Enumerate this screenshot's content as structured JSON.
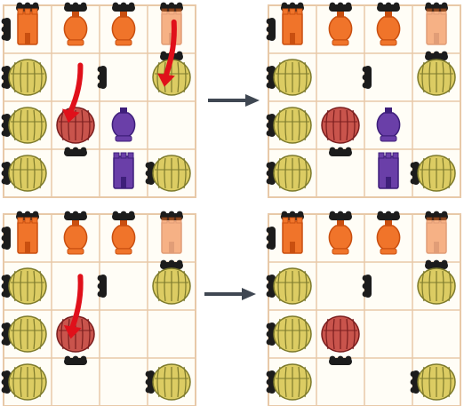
{
  "colors": {
    "background": "#ffffff",
    "grid_fill": "#fffdf6",
    "grid_line": "#e8c9a8",
    "wall": "#1c1c1c",
    "orange_piece": "#f0742a",
    "orange_dark": "#c94f10",
    "purple_piece": "#6a3fa8",
    "purple_dark": "#3e1f7a",
    "yellow_piece": "#dccc63",
    "yellow_dark": "#7d7a2c",
    "red_piece": "#c9544c",
    "red_dark": "#7a1e1e",
    "move_arrow": "#e0101a",
    "transition_arrow": "#3f4752"
  },
  "boards": [
    {
      "id": "board-top-left",
      "pieces": [
        {
          "kind": "tower",
          "color": "orange",
          "col": 0,
          "row": 0
        },
        {
          "kind": "vase",
          "color": "orange",
          "col": 1,
          "row": 0
        },
        {
          "kind": "vase",
          "color": "orange",
          "col": 2,
          "row": 0
        },
        {
          "kind": "tower",
          "color": "orange",
          "col": 3,
          "row": 0,
          "faint": true
        },
        {
          "kind": "pod",
          "color": "yellow",
          "col": 0,
          "row": 1
        },
        {
          "kind": "pod",
          "color": "yellow",
          "col": 3,
          "row": 1
        },
        {
          "kind": "pod",
          "color": "yellow",
          "col": 0,
          "row": 2
        },
        {
          "kind": "pod",
          "color": "red",
          "col": 1,
          "row": 2
        },
        {
          "kind": "vase",
          "color": "purple",
          "col": 2,
          "row": 2
        },
        {
          "kind": "pod",
          "color": "yellow",
          "col": 0,
          "row": 3
        },
        {
          "kind": "tower",
          "color": "purple",
          "col": 2,
          "row": 3
        },
        {
          "kind": "pod",
          "color": "yellow",
          "col": 3,
          "row": 3
        }
      ],
      "move_arrows": [
        {
          "label": "red-pod-move-arrow",
          "from": [
            1.6,
            1.25
          ],
          "to": [
            1.35,
            2.45
          ]
        },
        {
          "label": "yellow-pod-move-arrow",
          "from": [
            3.55,
            0.35
          ],
          "to": [
            3.35,
            1.7
          ]
        }
      ]
    },
    {
      "id": "board-top-right",
      "pieces": [
        {
          "kind": "tower",
          "color": "orange",
          "col": 0,
          "row": 0
        },
        {
          "kind": "vase",
          "color": "orange",
          "col": 1,
          "row": 0
        },
        {
          "kind": "vase",
          "color": "orange",
          "col": 2,
          "row": 0
        },
        {
          "kind": "tower",
          "color": "orange",
          "col": 3,
          "row": 0,
          "faint": true
        },
        {
          "kind": "pod",
          "color": "yellow",
          "col": 0,
          "row": 1
        },
        {
          "kind": "pod",
          "color": "yellow",
          "col": 3,
          "row": 1
        },
        {
          "kind": "pod",
          "color": "yellow",
          "col": 0,
          "row": 2
        },
        {
          "kind": "pod",
          "color": "red",
          "col": 1,
          "row": 2
        },
        {
          "kind": "vase",
          "color": "purple",
          "col": 2,
          "row": 2
        },
        {
          "kind": "pod",
          "color": "yellow",
          "col": 0,
          "row": 3
        },
        {
          "kind": "tower",
          "color": "purple",
          "col": 2,
          "row": 3
        },
        {
          "kind": "pod",
          "color": "yellow",
          "col": 3,
          "row": 3
        }
      ],
      "move_arrows": []
    },
    {
      "id": "board-bottom-left",
      "pieces": [
        {
          "kind": "tower",
          "color": "orange",
          "col": 0,
          "row": 0
        },
        {
          "kind": "vase",
          "color": "orange",
          "col": 1,
          "row": 0
        },
        {
          "kind": "vase",
          "color": "orange",
          "col": 2,
          "row": 0
        },
        {
          "kind": "tower",
          "color": "orange",
          "col": 3,
          "row": 0,
          "faint": true
        },
        {
          "kind": "pod",
          "color": "yellow",
          "col": 0,
          "row": 1
        },
        {
          "kind": "pod",
          "color": "yellow",
          "col": 3,
          "row": 1
        },
        {
          "kind": "pod",
          "color": "yellow",
          "col": 0,
          "row": 2
        },
        {
          "kind": "pod",
          "color": "red",
          "col": 1,
          "row": 2
        },
        {
          "kind": "pod",
          "color": "yellow",
          "col": 0,
          "row": 3
        },
        {
          "kind": "pod",
          "color": "yellow",
          "col": 3,
          "row": 3
        }
      ],
      "move_arrows": [
        {
          "label": "red-pod-move-arrow",
          "from": [
            1.6,
            1.3
          ],
          "to": [
            1.4,
            2.6
          ]
        }
      ]
    },
    {
      "id": "board-bottom-right",
      "pieces": [
        {
          "kind": "tower",
          "color": "orange",
          "col": 0,
          "row": 0
        },
        {
          "kind": "vase",
          "color": "orange",
          "col": 1,
          "row": 0
        },
        {
          "kind": "vase",
          "color": "orange",
          "col": 2,
          "row": 0
        },
        {
          "kind": "tower",
          "color": "orange",
          "col": 3,
          "row": 0,
          "faint": true
        },
        {
          "kind": "pod",
          "color": "yellow",
          "col": 0,
          "row": 1
        },
        {
          "kind": "pod",
          "color": "yellow",
          "col": 3,
          "row": 1
        },
        {
          "kind": "pod",
          "color": "yellow",
          "col": 0,
          "row": 2
        },
        {
          "kind": "pod",
          "color": "red",
          "col": 1,
          "row": 2
        },
        {
          "kind": "pod",
          "color": "yellow",
          "col": 0,
          "row": 3
        },
        {
          "kind": "pod",
          "color": "yellow",
          "col": 3,
          "row": 3
        }
      ],
      "move_arrows": []
    }
  ],
  "transition_arrows": [
    {
      "id": "top",
      "icon": "right-arrow-icon"
    },
    {
      "id": "bottom",
      "icon": "right-arrow-icon"
    }
  ]
}
